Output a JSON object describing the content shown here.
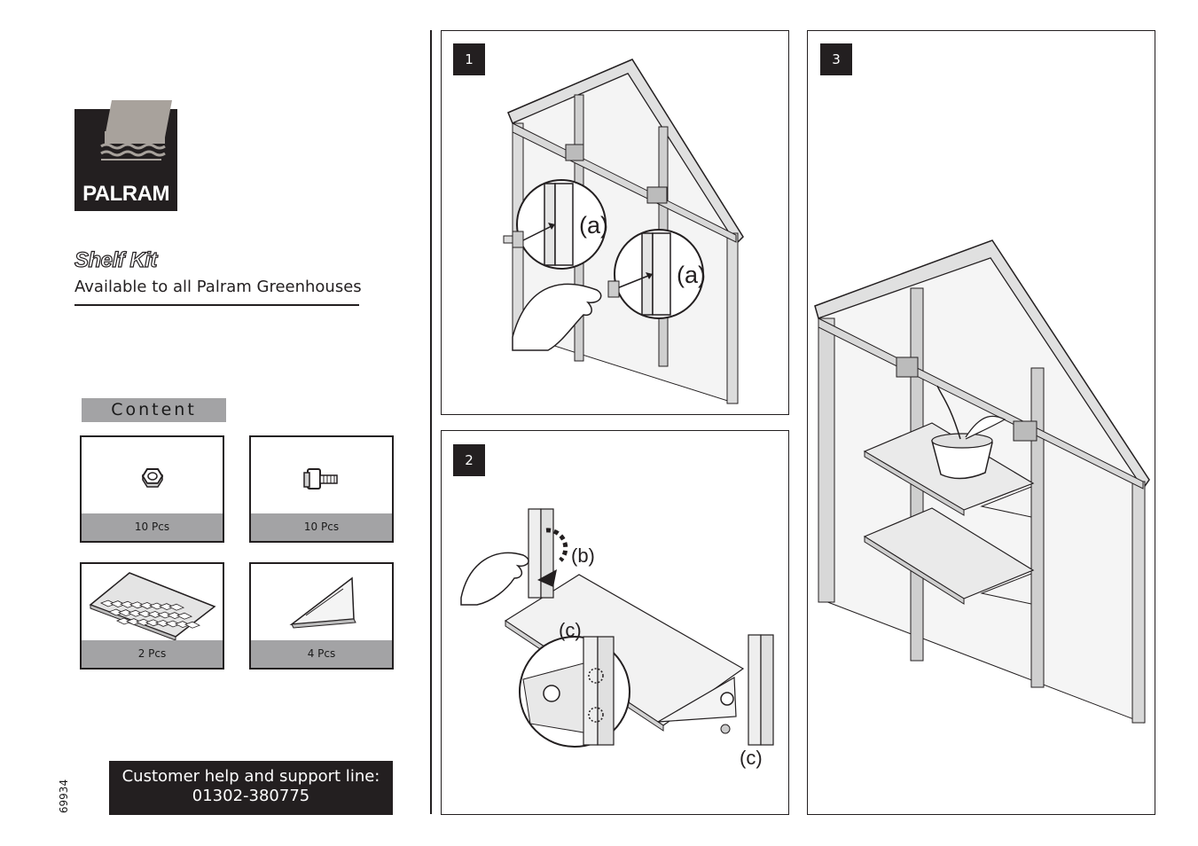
{
  "brand": {
    "name": "PALRAM"
  },
  "product": {
    "title": "Shelf Kit",
    "subtitle": "Available to all Palram Greenhouses"
  },
  "content": {
    "header": "Content",
    "parts": [
      {
        "icon": "hex-nut-icon",
        "quantity": "10 Pcs"
      },
      {
        "icon": "square-bolt-icon",
        "quantity": "10 Pcs"
      },
      {
        "icon": "shelf-tray-icon",
        "quantity": "2 Pcs"
      },
      {
        "icon": "triangle-bracket-icon",
        "quantity": "4 Pcs"
      }
    ]
  },
  "document_number": "69934",
  "support": {
    "line1": "Customer help and support line:",
    "phone": "01302-380775"
  },
  "steps": [
    {
      "number": "1",
      "callouts": [
        "(a)",
        "(a)"
      ]
    },
    {
      "number": "2",
      "callouts": [
        "(b)",
        "(c)",
        "(c)"
      ]
    },
    {
      "number": "3"
    }
  ],
  "colors": {
    "ink": "#231f20",
    "panel_grey": "#a3a3a5",
    "logo_grey": "#a8a29c"
  }
}
